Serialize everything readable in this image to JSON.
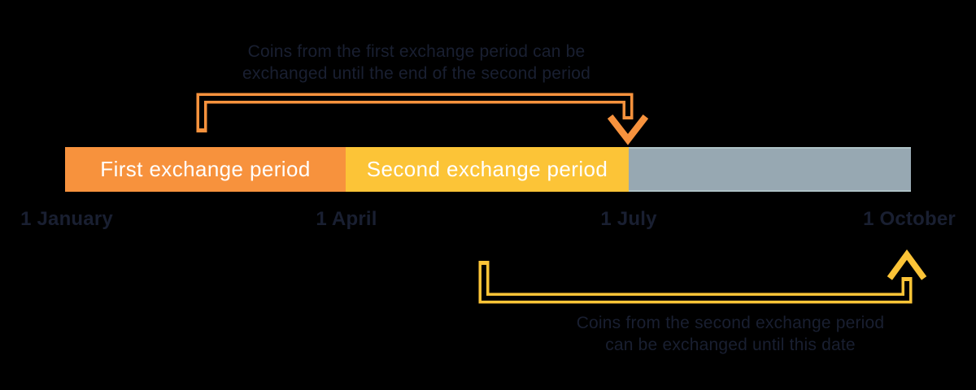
{
  "diagram": {
    "type": "timeline",
    "background_color": "#000000",
    "colors": {
      "first_period_orange": "#f7923d",
      "second_period_yellow": "#fcc437",
      "third_period_gray": "#97a8b2",
      "bar_label_text": "#ffffff",
      "annotation_text_dark": "#191f31"
    },
    "annotations": {
      "top": {
        "line1": "Coins from the first exchange period can be",
        "line2": "exchanged until the end of the second period"
      },
      "bottom": {
        "line1": "Coins from the second exchange period",
        "line2": "can be exchanged until this date"
      }
    },
    "bars": [
      {
        "label": "First exchange period",
        "color": "#f7923d"
      },
      {
        "label": "Second exchange period",
        "color": "#fcc437"
      },
      {
        "label": "",
        "color": "#97a8b2"
      }
    ],
    "timeline": {
      "labels": [
        "1 January",
        "1 April",
        "1 July",
        "1 October"
      ]
    }
  }
}
